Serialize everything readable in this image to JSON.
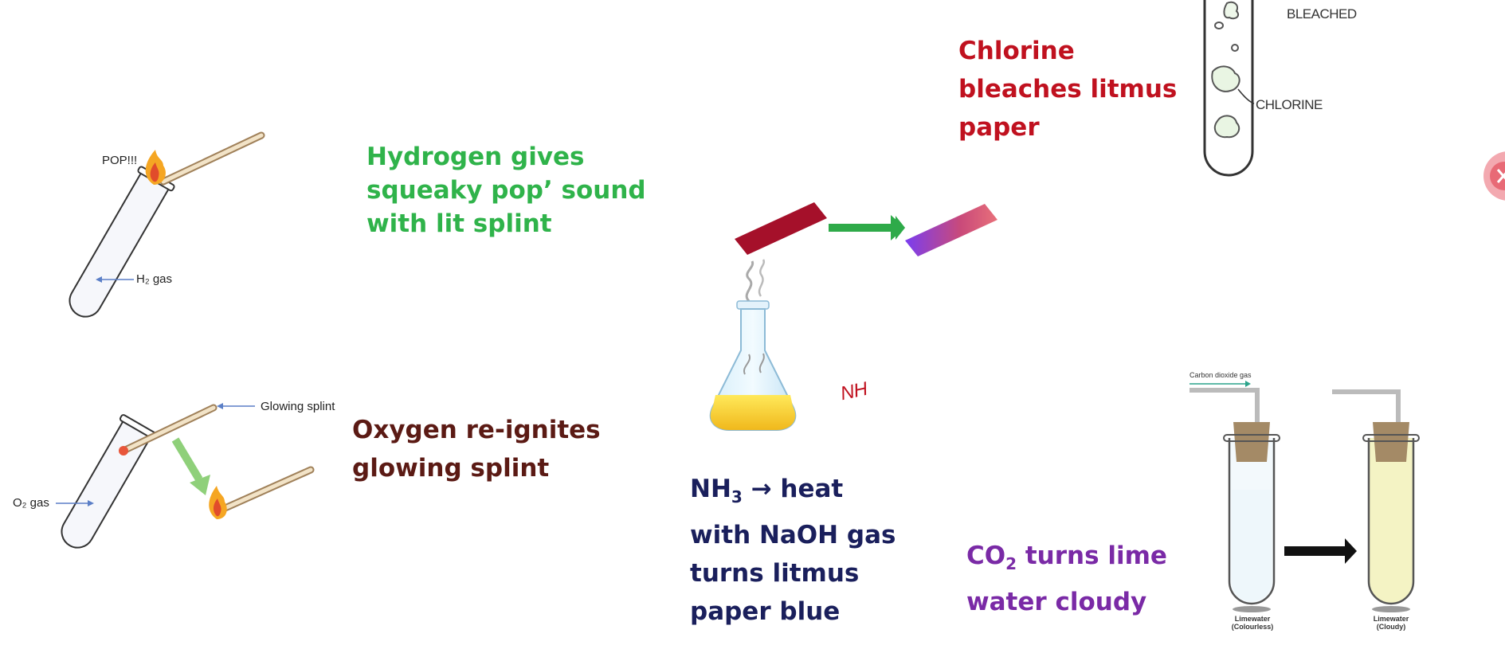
{
  "hydrogen": {
    "pop_label": "POP!!!",
    "gas_label": "H₂ gas",
    "caption": [
      "Hydrogen gives",
      "squeaky pop’ sound",
      "with lit splint"
    ],
    "color": "#2fb34a"
  },
  "oxygen": {
    "splint_label": "Glowing splint",
    "gas_label": "O₂ gas",
    "caption": [
      "Oxygen re-ignites",
      "glowing splint"
    ],
    "color": "#5b1a14"
  },
  "ammonia": {
    "caption_line1_formula": "NH",
    "caption_line1_sub": "3",
    "caption_line1_rest": " → heat",
    "caption_rest": [
      "with NaOH gas",
      "turns litmus",
      "paper blue"
    ],
    "annotation": "NH",
    "color": "#1a1f5c"
  },
  "chlorine": {
    "caption": [
      "Chlorine",
      "bleaches litmus",
      "paper"
    ],
    "bleached_label": "BLEACHED",
    "gas_label": "CHLORINE",
    "color": "#c0111f"
  },
  "carbon_dioxide": {
    "caption_formula": "CO",
    "caption_sub": "2",
    "caption_rest": " turns lime",
    "caption_line2": "water cloudy",
    "gas_label": "Carbon dioxide gas",
    "tube1_label": [
      "Limewater",
      "(Colourless)"
    ],
    "tube2_label": [
      "Limewater",
      "(Cloudy)"
    ],
    "color": "#7a2aa6"
  }
}
